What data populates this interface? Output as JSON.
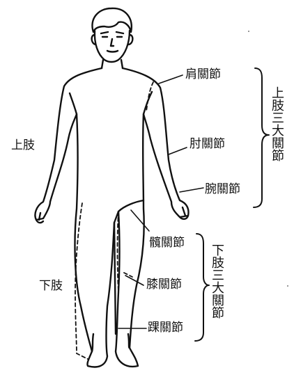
{
  "labels": {
    "upper_limb": "上肢",
    "lower_limb": "下肢",
    "shoulder_joint": "肩關節",
    "elbow_joint": "肘關節",
    "wrist_joint": "腕關節",
    "hip_joint": "髖關節",
    "knee_joint": "膝關節",
    "ankle_joint": "踝關節",
    "upper_group": "上肢三大關節",
    "lower_group": "下肢三大關節"
  }
}
